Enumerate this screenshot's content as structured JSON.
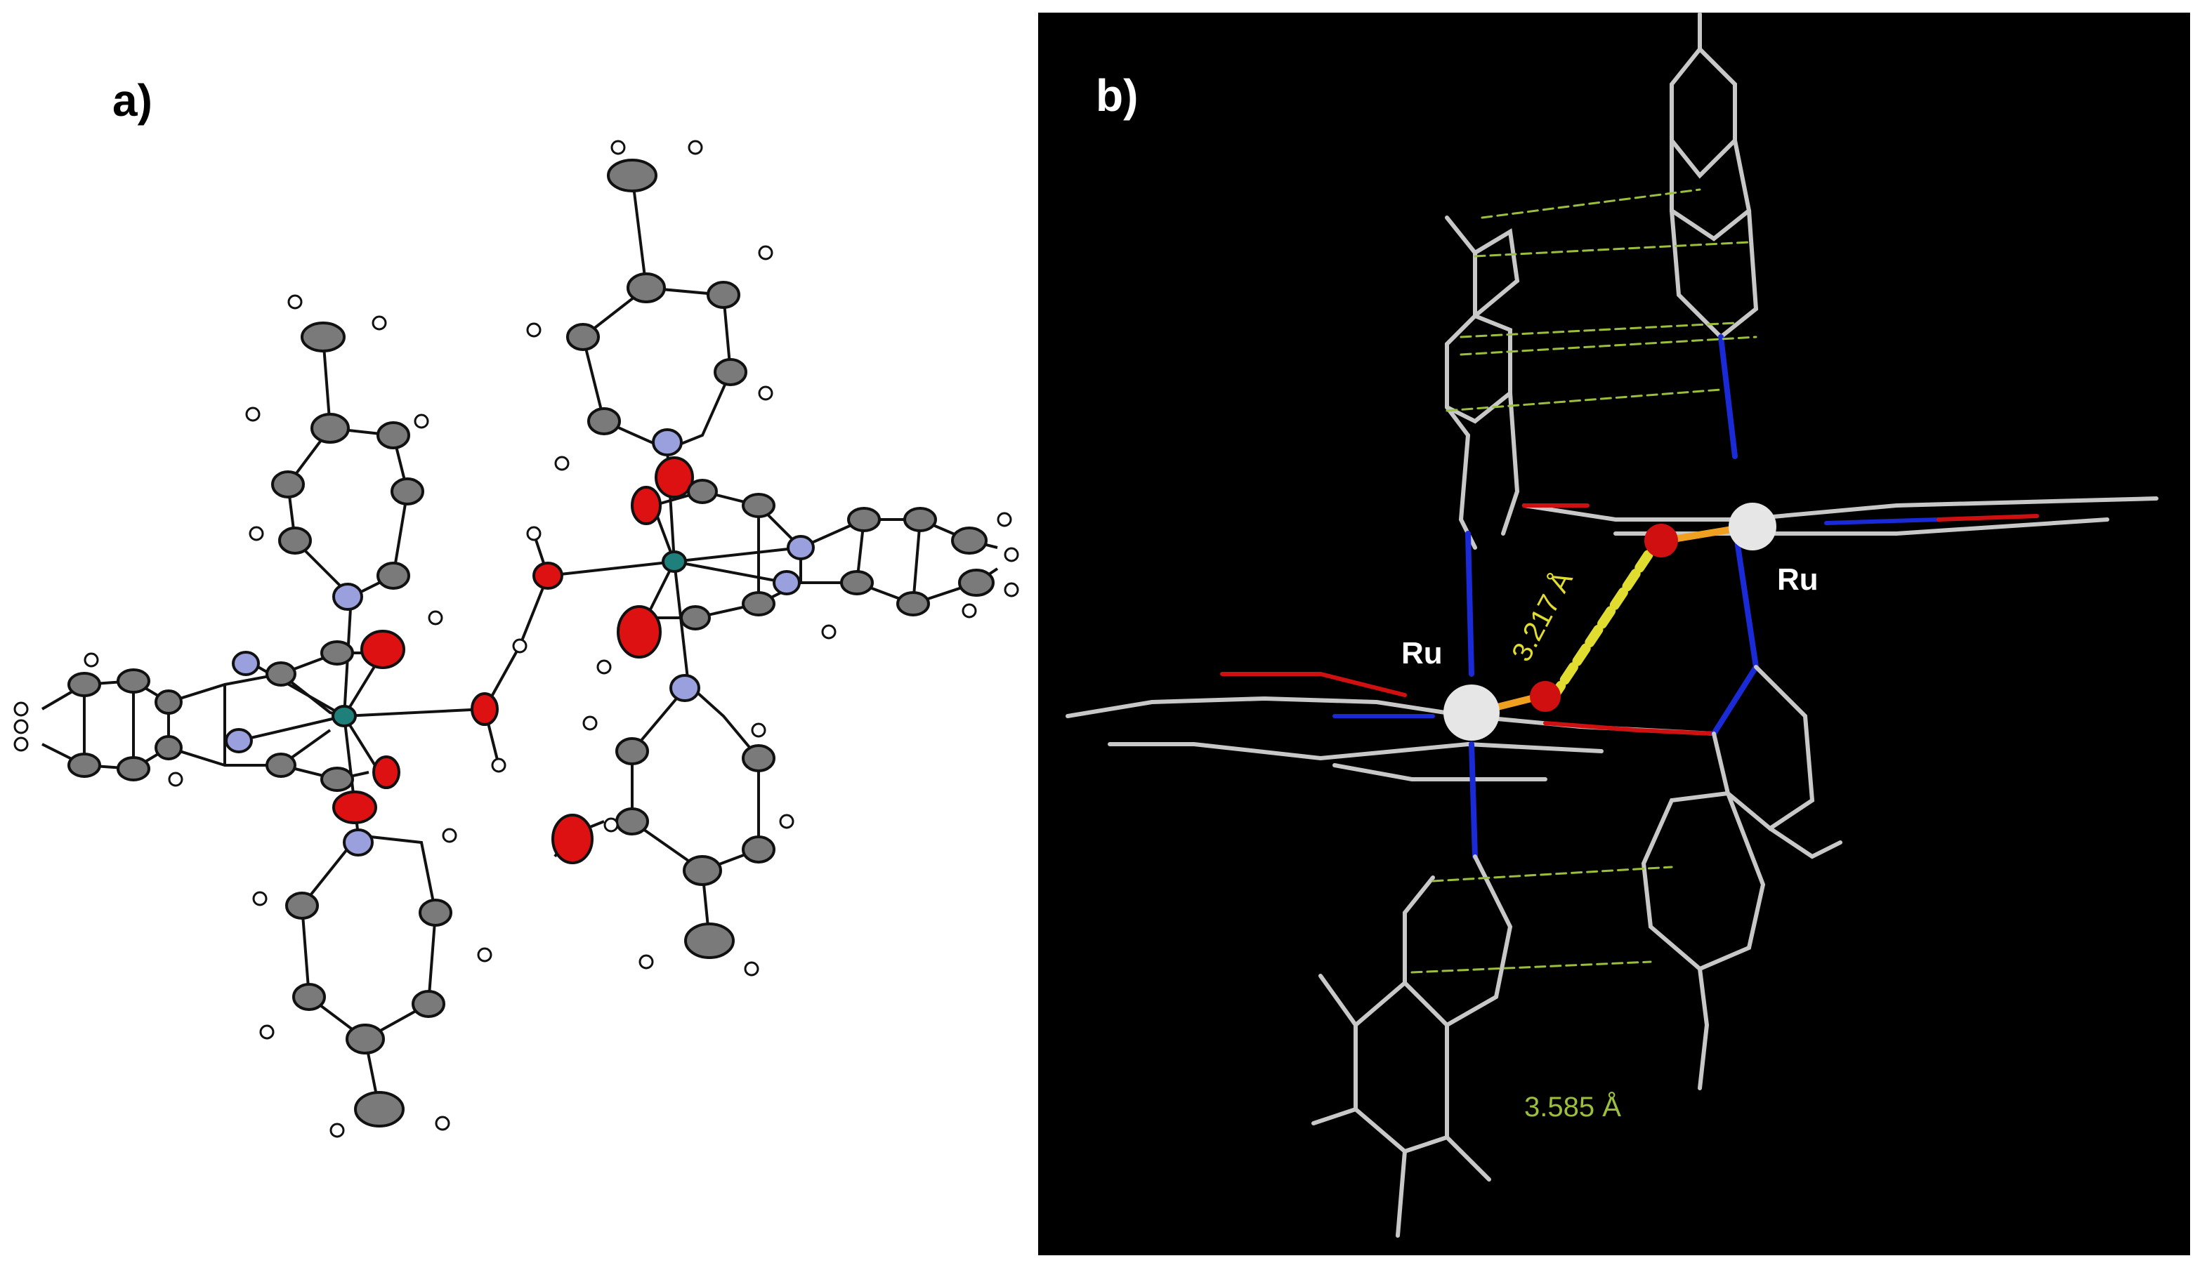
{
  "figure": {
    "panel_a": {
      "label": "a)"
    },
    "panel_b": {
      "label": "b)",
      "metal_label_left": "Ru",
      "metal_label_right": "Ru",
      "hbond_distance": "3.217 Å",
      "stacking_distance": "3.585 Å"
    }
  },
  "colors": {
    "carbon": "#7a7a7a",
    "oxygen": "#dd1111",
    "nitrogen": "#9aa0dd",
    "ruthenium_a": "#1f7f7a",
    "hydrogen": "#ffffff",
    "stick_carbon": "#c8c8c8",
    "stick_nitrogen": "#1a2ad6",
    "stick_oxygen": "#d01010",
    "hbond": "#e0dc30",
    "stacking": "#9bbf3c",
    "panel_b_background": "#000000"
  }
}
